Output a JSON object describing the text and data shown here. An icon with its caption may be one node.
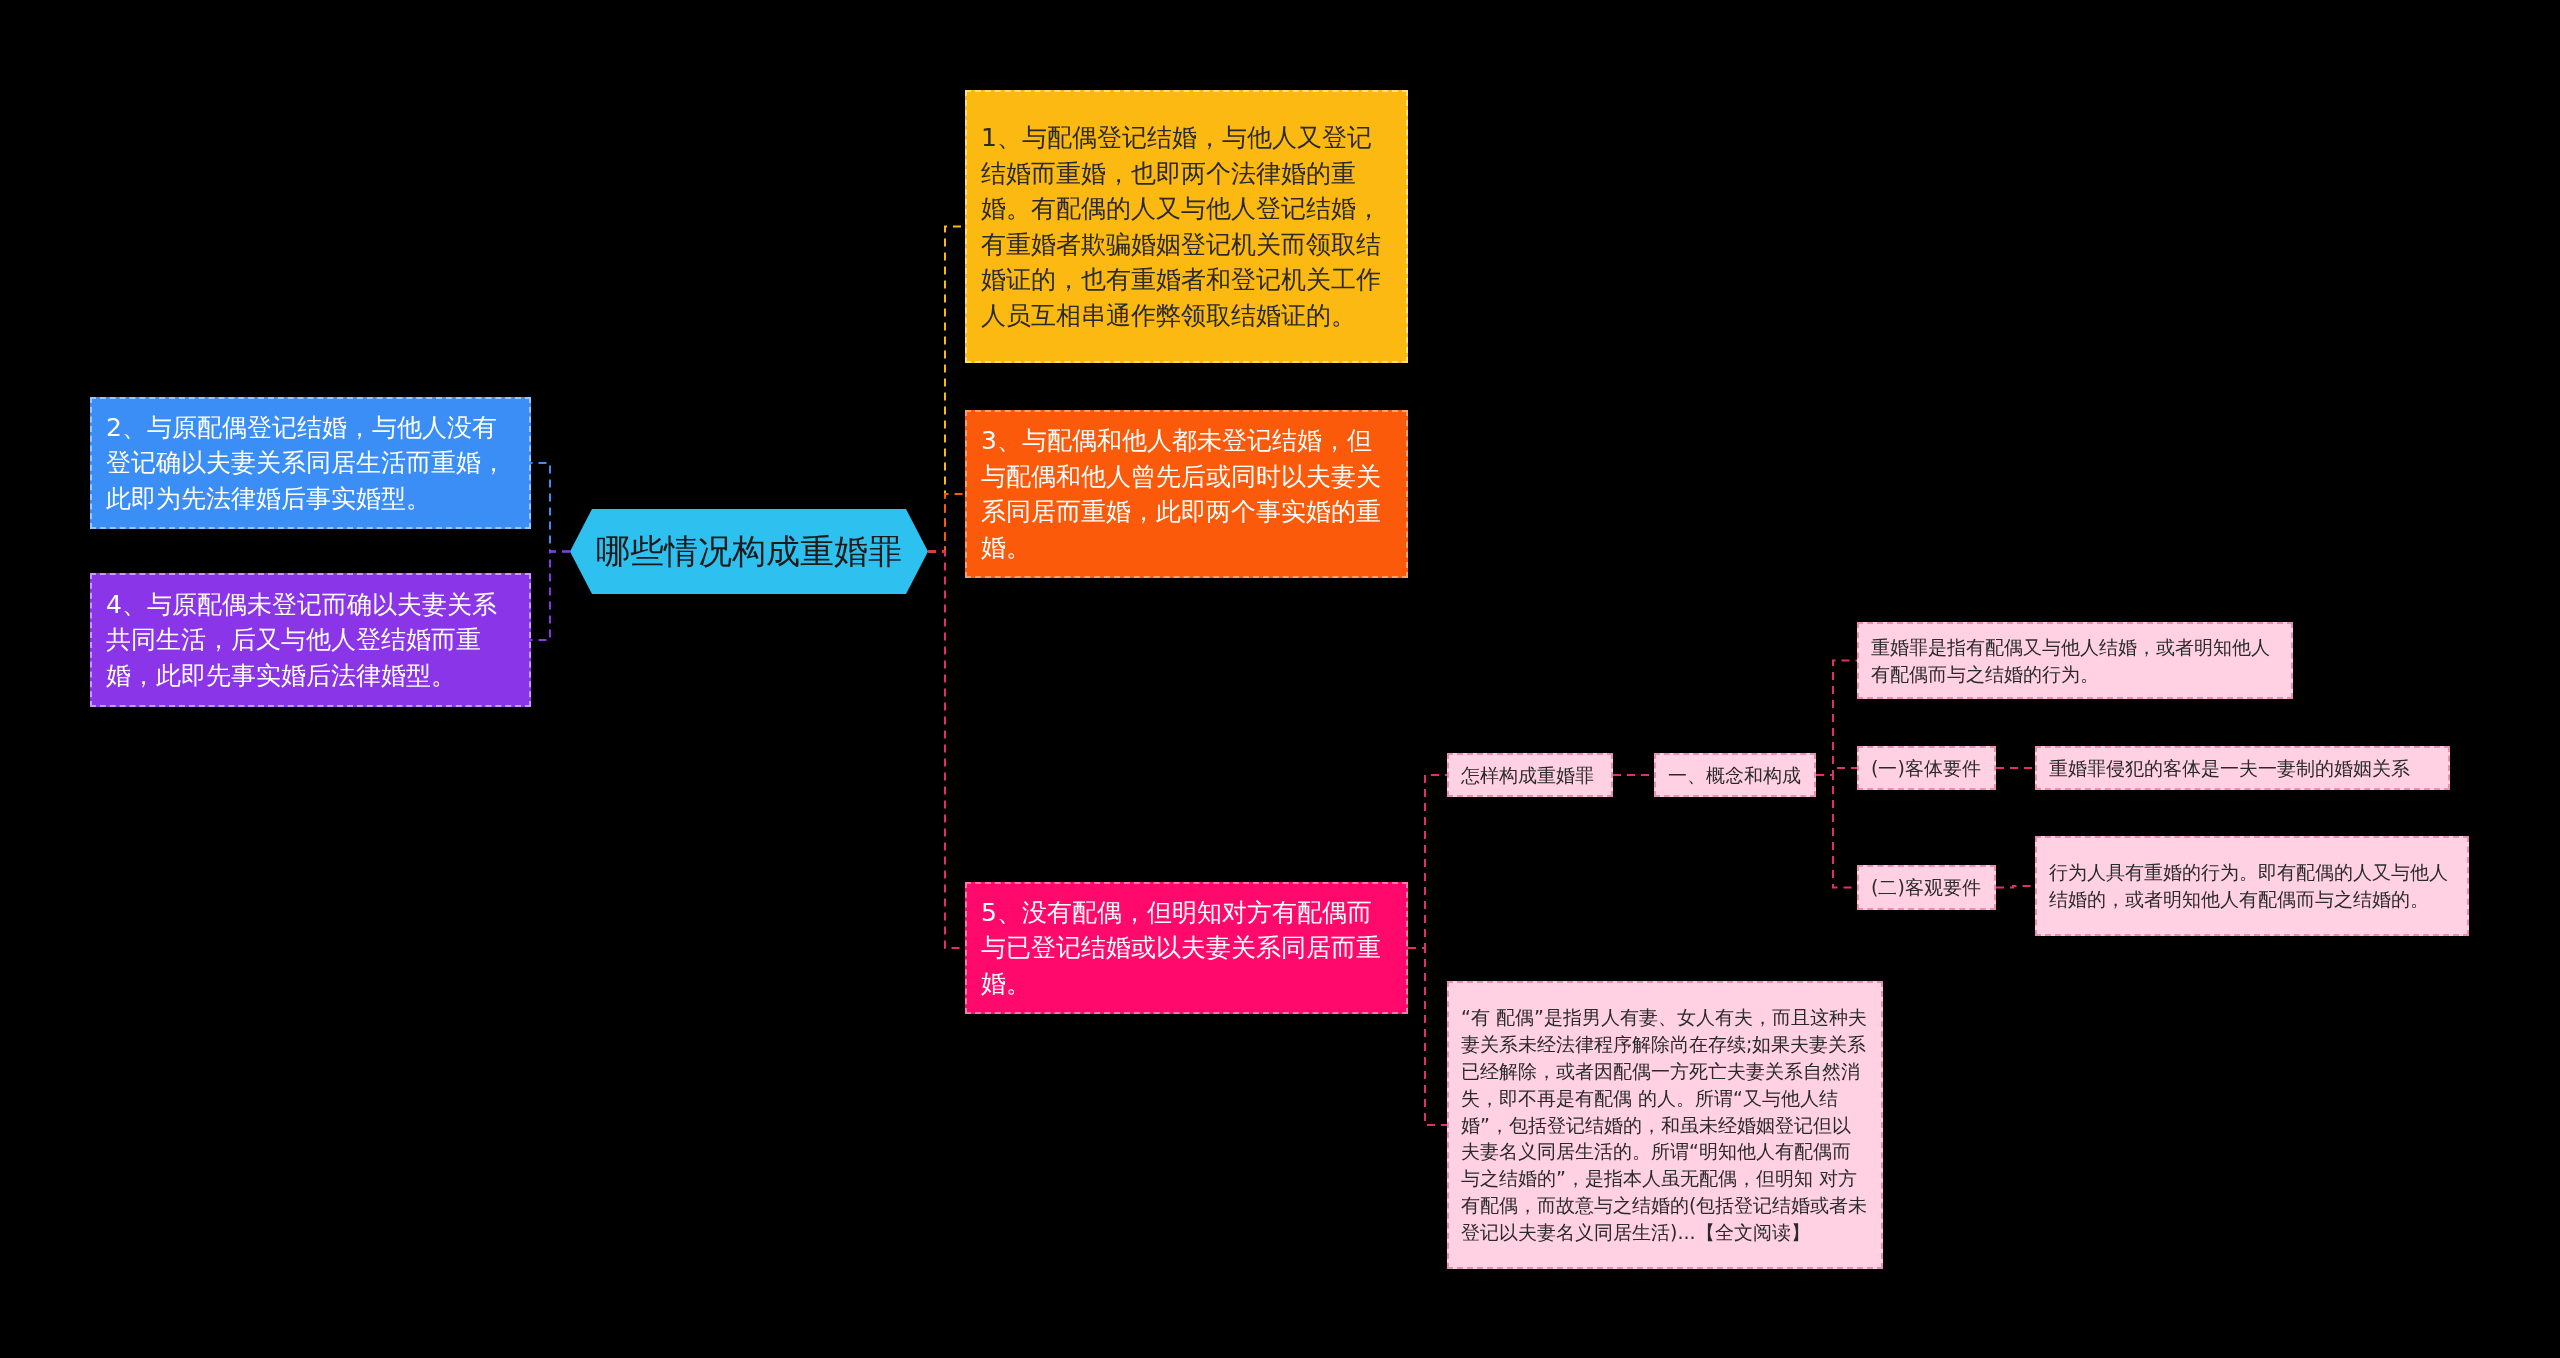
{
  "diagram": {
    "nodes": [
      {
        "text": [
          "哪些情况构成重婚罪"
        ]
      },
      {
        "text": [
          "2、与原配偶登记结婚，与他人没有登记确以夫妻关系同居生活而重婚，此即为先法律婚后事实婚型。"
        ]
      },
      {
        "text": [
          "4、与原配偶未登记而确以夫妻关系共同生活，后又与他人登结婚而重婚，此即先事实婚后法律婚型。"
        ]
      },
      {
        "text": [
          "1、与配偶登记结婚，与他人又登记结婚而重婚，也即两个法律婚的重婚。有配偶的人又与他人登记结婚，有重婚者欺骗婚姻登记机关而领取结婚证的，也有重婚者和登记机关工作人员互相串通作弊领取结婚证的。"
        ]
      },
      {
        "text": [
          "3、与配偶和他人都未登记结婚，但与配偶和他人曾先后或同时以夫妻关系同居而重婚，此即两个事实婚的重婚。"
        ]
      },
      {
        "text": [
          "5、没有配偶，但明知对方有配偶而与已登记结婚或以夫妻关系同居而重婚。"
        ]
      },
      {
        "text": [
          "怎样构成重婚罪"
        ]
      },
      {
        "text": [
          "一、概念和构成"
        ]
      },
      {
        "text": [
          "重婚罪是指有配偶又与他人结婚，或者明知他人有配偶而与之结婚的行为。"
        ]
      },
      {
        "text": [
          "(一)客体要件"
        ]
      },
      {
        "text": [
          "重婚罪侵犯的客体是一夫一妻制的婚姻关系"
        ]
      },
      {
        "text": [
          "(二)客观要件"
        ]
      },
      {
        "text": [
          "行为人具有重婚的行为。即有配偶的人又与他人结婚的，或者明知他人有配偶而与之结婚的。"
        ]
      },
      {
        "text": [
          "“有 配偶”是指男人有妻、女人有夫，而且这种夫妻关系未经法律程序解除尚在存续;如果夫妻关系已经解除，或者因配偶一方死亡夫妻关系自然消失，即不再是有配偶 的人。所谓“又与他人结婚”，包括登记结婚的，和虽未经婚姻登记但以夫妻名义同居生活的。所谓“明知他人有配偶而与之结婚的”，是指本人虽无配偶，但明知 对方有配偶，而故意与之结婚的(包括登记结婚或者未登记以夫妻名义同居生活)...【全文阅读】"
        ]
      }
    ],
    "edges": [
      {
        "from": 0,
        "to": 1,
        "arrow": "none",
        "color": "#3a8ef6"
      },
      {
        "from": 0,
        "to": 2,
        "arrow": "none",
        "color": "#8a35e8"
      },
      {
        "from": 0,
        "to": 3,
        "arrow": "none",
        "color": "#fbb911"
      },
      {
        "from": 0,
        "to": 4,
        "arrow": "none",
        "color": "#fa5a0a"
      },
      {
        "from": 0,
        "to": 5,
        "arrow": "none"
      },
      {
        "from": 5,
        "to": 6,
        "arrow": "none"
      },
      {
        "from": 6,
        "to": 7,
        "arrow": "none"
      },
      {
        "from": 7,
        "to": 8,
        "arrow": "none"
      },
      {
        "from": 7,
        "to": 9,
        "arrow": "none"
      },
      {
        "from": 9,
        "to": 10,
        "arrow": "none"
      },
      {
        "from": 7,
        "to": 11,
        "arrow": "none"
      },
      {
        "from": 11,
        "to": 12,
        "arrow": "none"
      },
      {
        "from": 5,
        "to": 13,
        "arrow": "none"
      }
    ]
  }
}
